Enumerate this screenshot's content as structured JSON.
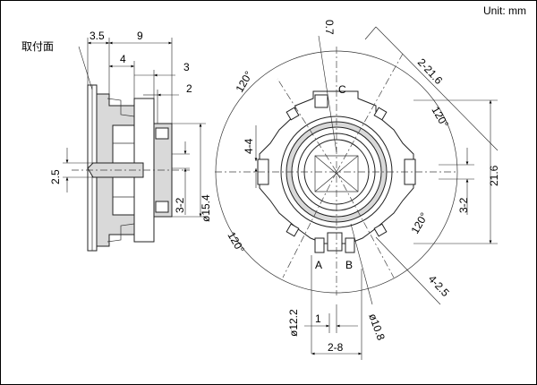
{
  "header": {
    "unit": "Unit: mm"
  },
  "side_view": {
    "mount_face": "取付面",
    "dims": {
      "d35": "3.5",
      "d9": "9",
      "d4": "4",
      "d3": "3",
      "d2": "2",
      "d25": "2.5",
      "d32": "3-2",
      "d154": "ø15.4"
    }
  },
  "front_view": {
    "dims": {
      "d07": "0.7",
      "d2216": "2-21.6",
      "d44": "4-4",
      "d216": "21.6",
      "d32r": "3-2",
      "d425": "4-2.5",
      "d122": "ø12.2",
      "d108": "ø10.8",
      "d1": "1",
      "d28": "2-8"
    },
    "angles": {
      "a1": "120°",
      "a2": "120°",
      "a3": "120°",
      "a4": "120°"
    },
    "terminals": {
      "a": "A",
      "b": "B",
      "c": "C"
    }
  }
}
